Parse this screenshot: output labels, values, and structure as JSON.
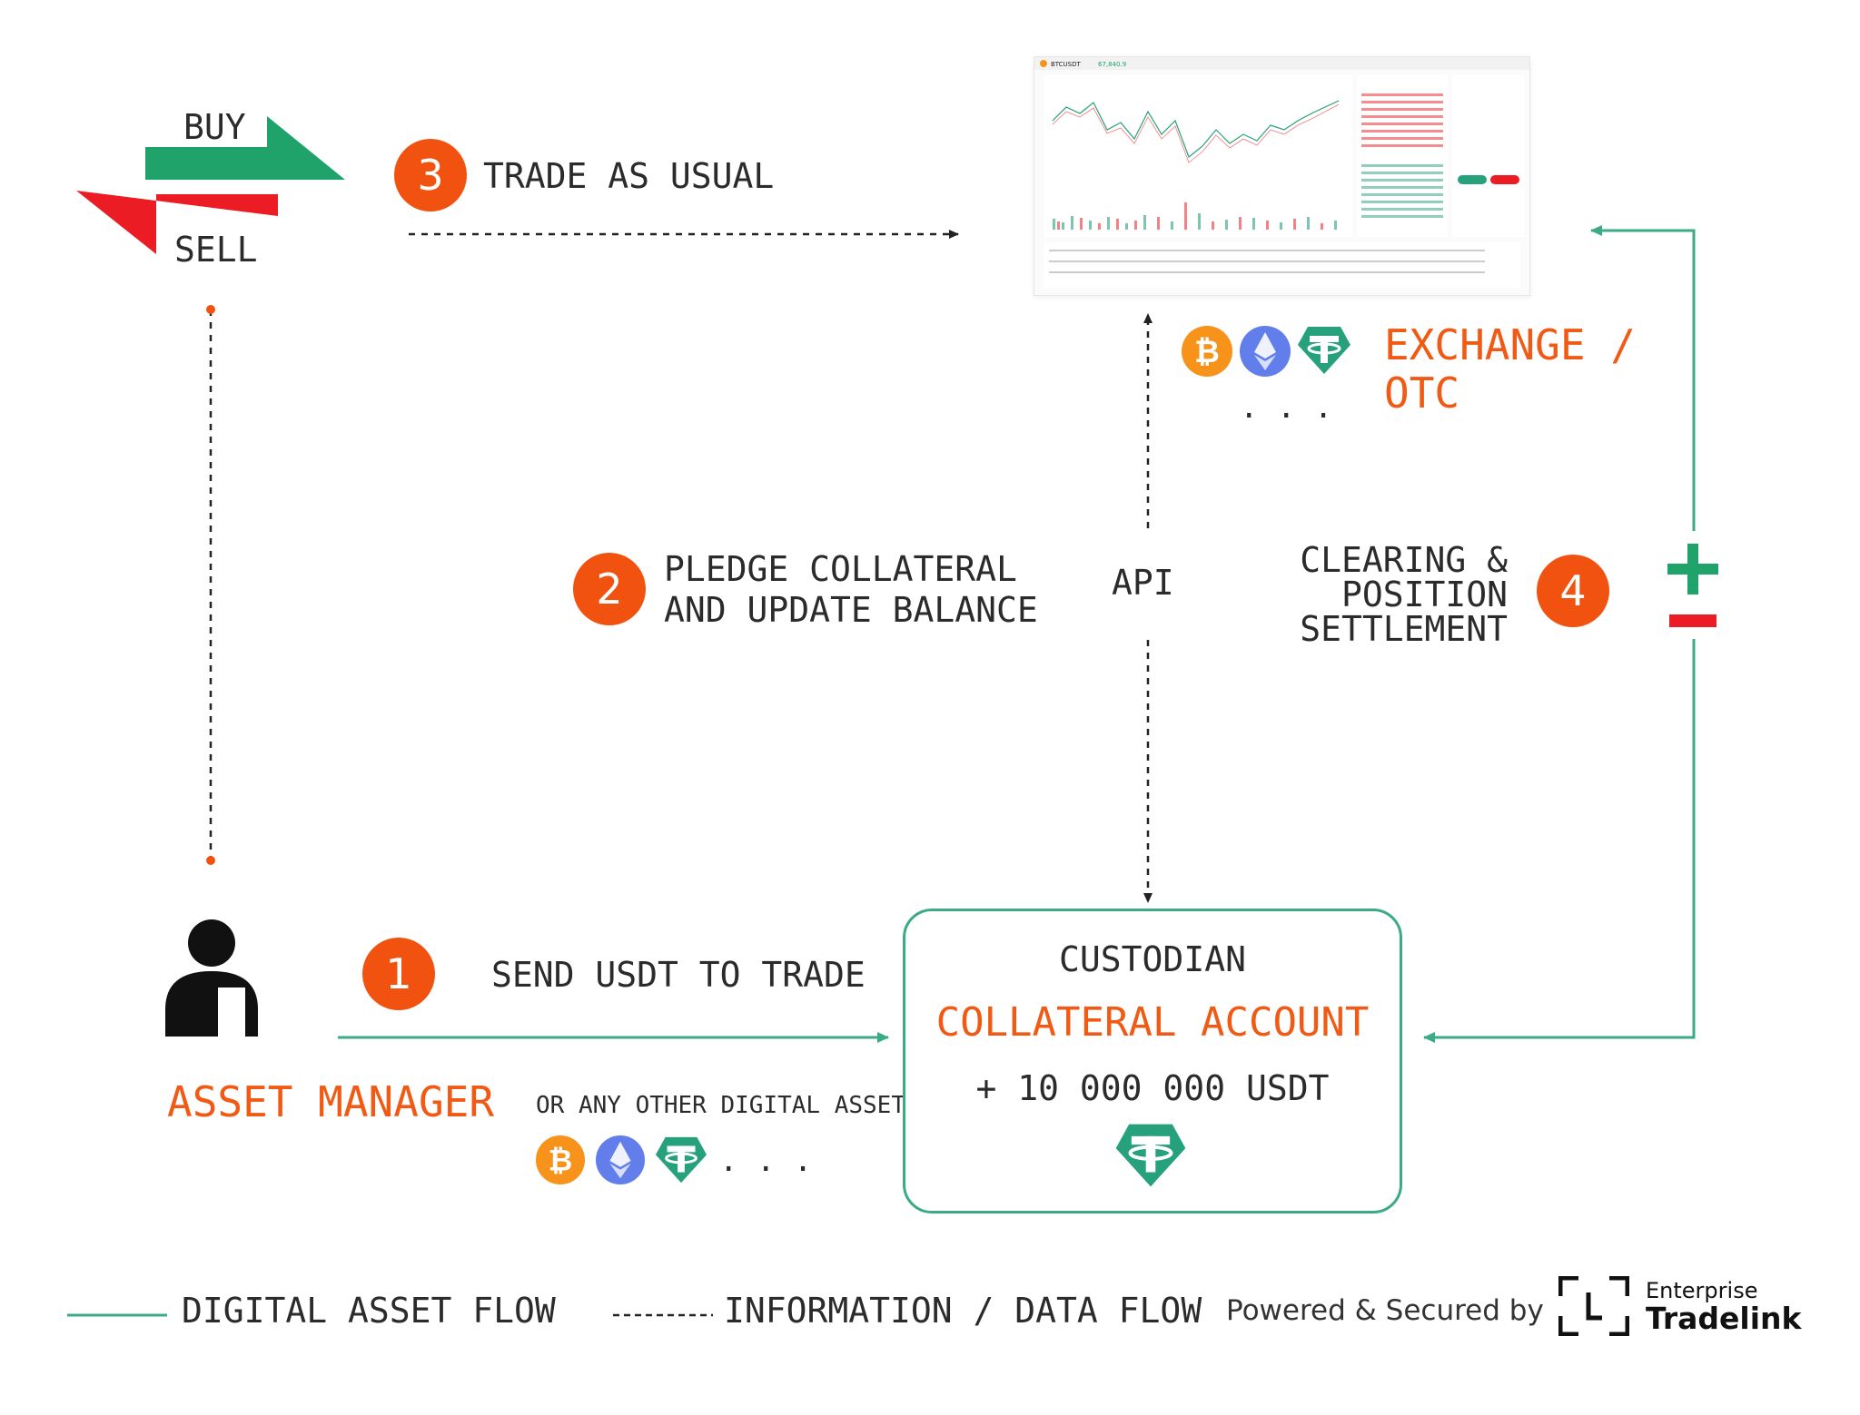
{
  "buy_label": "BUY",
  "sell_label": "SELL",
  "steps": [
    {
      "number": "1",
      "label": "SEND USDT TO TRADE"
    },
    {
      "number": "2",
      "label_line1": "PLEDGE COLLATERAL",
      "label_line2": "AND UPDATE BALANCE"
    },
    {
      "number": "3",
      "label": "TRADE AS USUAL"
    },
    {
      "number": "4",
      "label_line1": "CLEARING &",
      "label_line2": "POSITION",
      "label_line3": "SETTLEMENT"
    }
  ],
  "api_label": "API",
  "exchange": {
    "line1": "EXCHANGE /",
    "line2": "OTC",
    "more": ". . ."
  },
  "asset_manager": {
    "label": "ASSET MANAGER",
    "alt_assets": "OR ANY OTHER DIGITAL ASSET",
    "more": ". . ."
  },
  "custodian": {
    "title": "CUSTODIAN",
    "account": "COLLATERAL ACCOUNT",
    "amount": "+ 10 000 000 USDT"
  },
  "plus_minus": {
    "plus": "+",
    "minus": "−"
  },
  "legend": {
    "asset_flow": "DIGITAL ASSET FLOW",
    "data_flow": "INFORMATION / DATA FLOW"
  },
  "footer": {
    "powered": "Powered & Secured by",
    "brand_top": "Enterprise",
    "brand_bottom": "Tradelink"
  },
  "screenshot_ticker": "BTCUSDT",
  "colors": {
    "orange": "#f2520f",
    "green": "#3aab84",
    "green_arrow": "#1fa36a",
    "red": "#ec1c24",
    "btc": "#f7931a",
    "eth": "#627eea",
    "usdt": "#26a17b"
  },
  "icons": [
    "person-icon",
    "bitcoin-icon",
    "ethereum-icon",
    "tether-icon",
    "buy-arrow-icon",
    "sell-arrow-icon",
    "tradelink-logo"
  ]
}
